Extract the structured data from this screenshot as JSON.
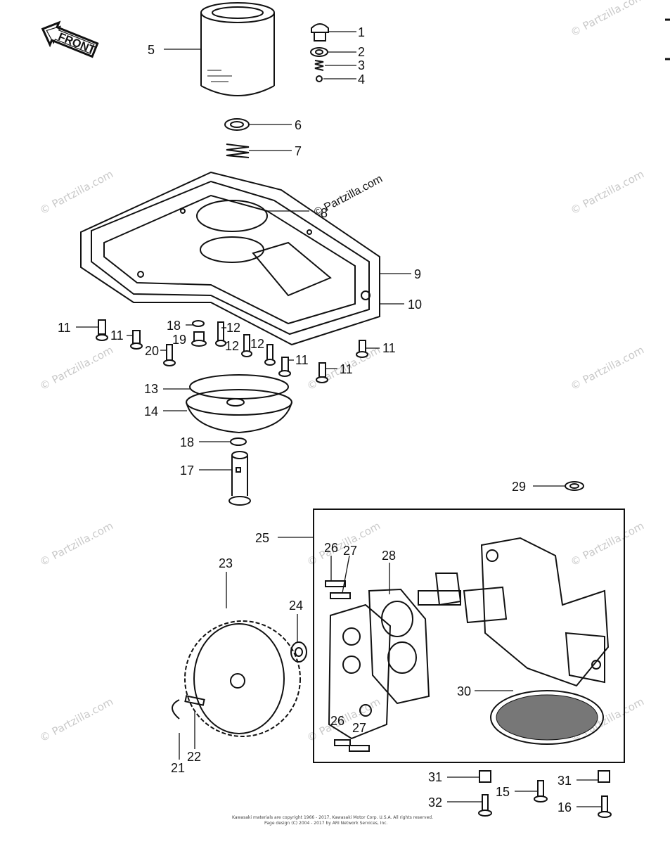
{
  "front_label": "FRONT",
  "watermark": "© Partzilla.com",
  "copyright_line1": "Kawasaki materials are copyright 1966 - 2017, Kawasaki Motor Corp. U.S.A. All rights reserved.",
  "copyright_line2": "Page design (C) 2004 - 2017 by ARI Network Services, Inc.",
  "callouts": {
    "c1": "1",
    "c2": "2",
    "c3": "3",
    "c4": "4",
    "c5": "5",
    "c6": "6",
    "c7": "7",
    "c8": "8",
    "c9": "9",
    "c10": "10",
    "c11a": "11",
    "c11b": "11",
    "c11c": "11",
    "c11d": "11",
    "c11e": "11",
    "c12a": "12",
    "c12b": "12",
    "c12c": "12",
    "c13": "13",
    "c14": "14",
    "c15": "15",
    "c16": "16",
    "c17": "17",
    "c18a": "18",
    "c18b": "18",
    "c19": "19",
    "c20": "20",
    "c21": "21",
    "c22": "22",
    "c23": "23",
    "c24": "24",
    "c25": "25",
    "c26a": "26",
    "c26b": "26",
    "c27a": "27",
    "c27b": "27",
    "c28": "28",
    "c29": "29",
    "c30": "30",
    "c31a": "31",
    "c31b": "31",
    "c32": "32"
  }
}
